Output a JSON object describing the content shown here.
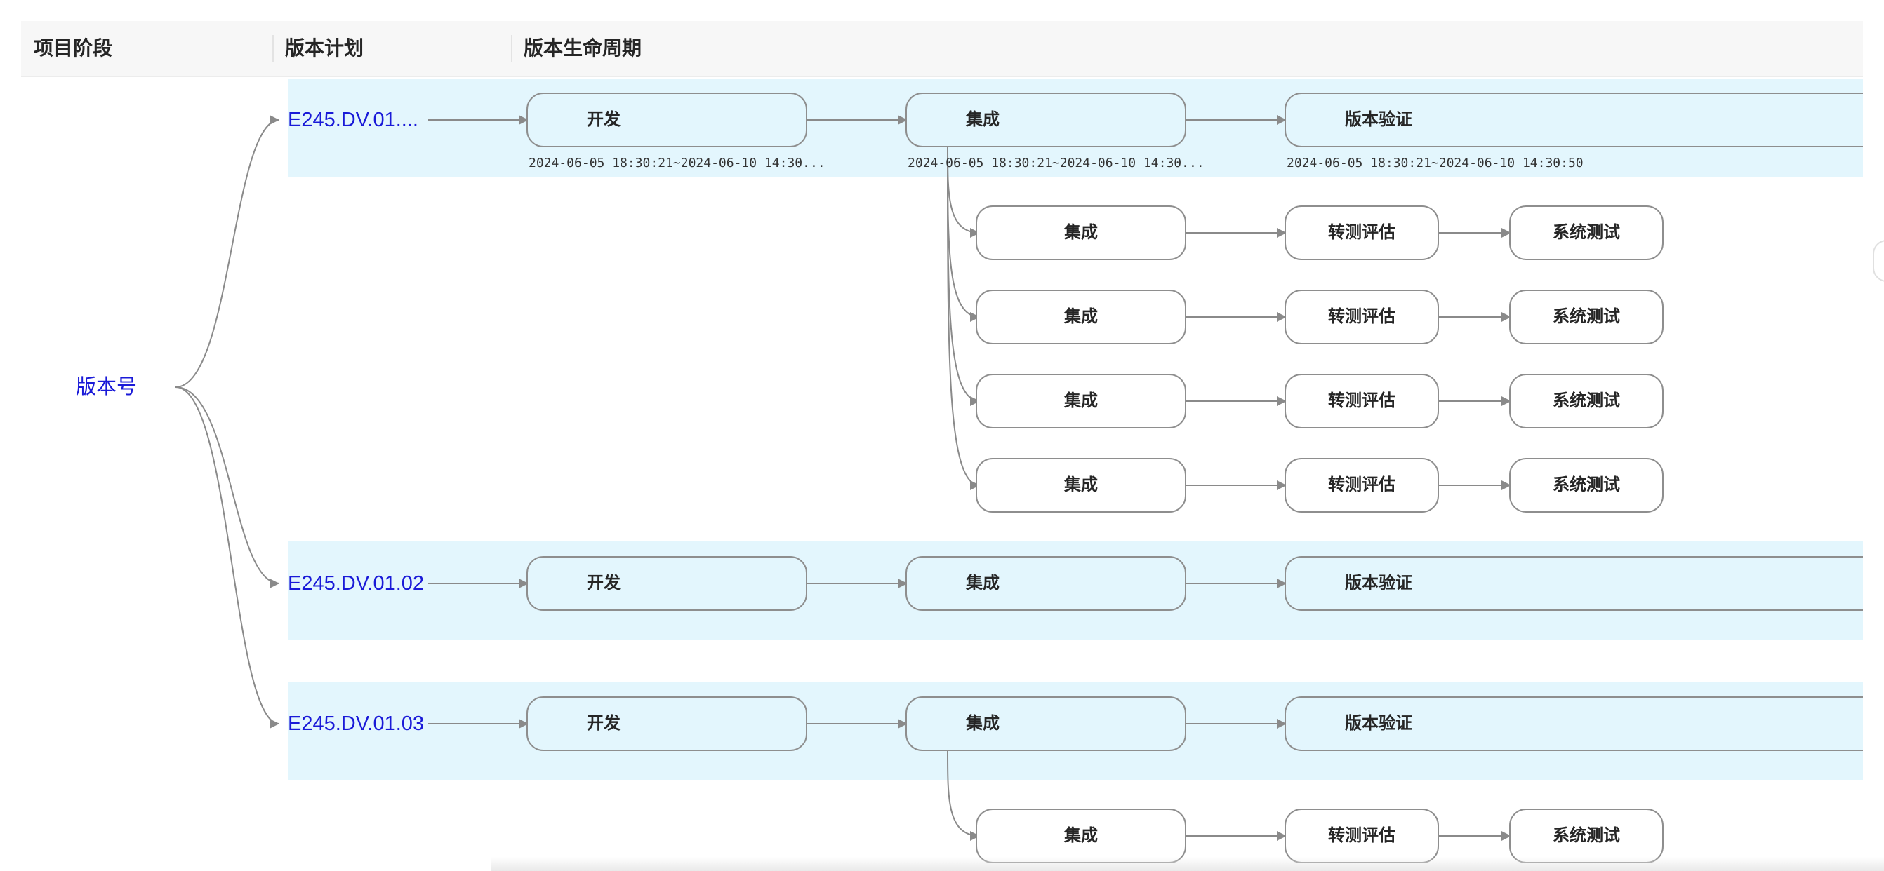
{
  "columns": {
    "project_stage": "项目阶段",
    "version_plan": "版本计划",
    "version_lifecycle": "版本生命周期"
  },
  "root_label": "版本号",
  "plans": [
    {
      "label": "E245.DV.01....",
      "stages": [
        {
          "label": "开发",
          "time": "2024-06-05 18:30:21~2024-06-10 14:30..."
        },
        {
          "label": "集成",
          "time": "2024-06-05 18:30:21~2024-06-10 14:30..."
        },
        {
          "label": "版本验证",
          "time": "2024-06-05 18:30:21~2024-06-10 14:30:50"
        }
      ],
      "branches": [
        [
          "集成",
          "转测评估",
          "系统测试"
        ],
        [
          "集成",
          "转测评估",
          "系统测试"
        ],
        [
          "集成",
          "转测评估",
          "系统测试"
        ],
        [
          "集成",
          "转测评估",
          "系统测试"
        ]
      ]
    },
    {
      "label": "E245.DV.01.02",
      "stages": [
        {
          "label": "开发"
        },
        {
          "label": "集成"
        },
        {
          "label": "版本验证"
        }
      ],
      "branches": []
    },
    {
      "label": "E245.DV.01.03",
      "stages": [
        {
          "label": "开发"
        },
        {
          "label": "集成"
        },
        {
          "label": "版本验证"
        }
      ],
      "branches": [
        [
          "集成",
          "转测评估",
          "系统测试"
        ]
      ]
    }
  ],
  "colors": {
    "link": "#1a1ad8",
    "band": "#e3f6fd",
    "node_border": "#8e8e8e",
    "edge": "#8a8a8a"
  }
}
